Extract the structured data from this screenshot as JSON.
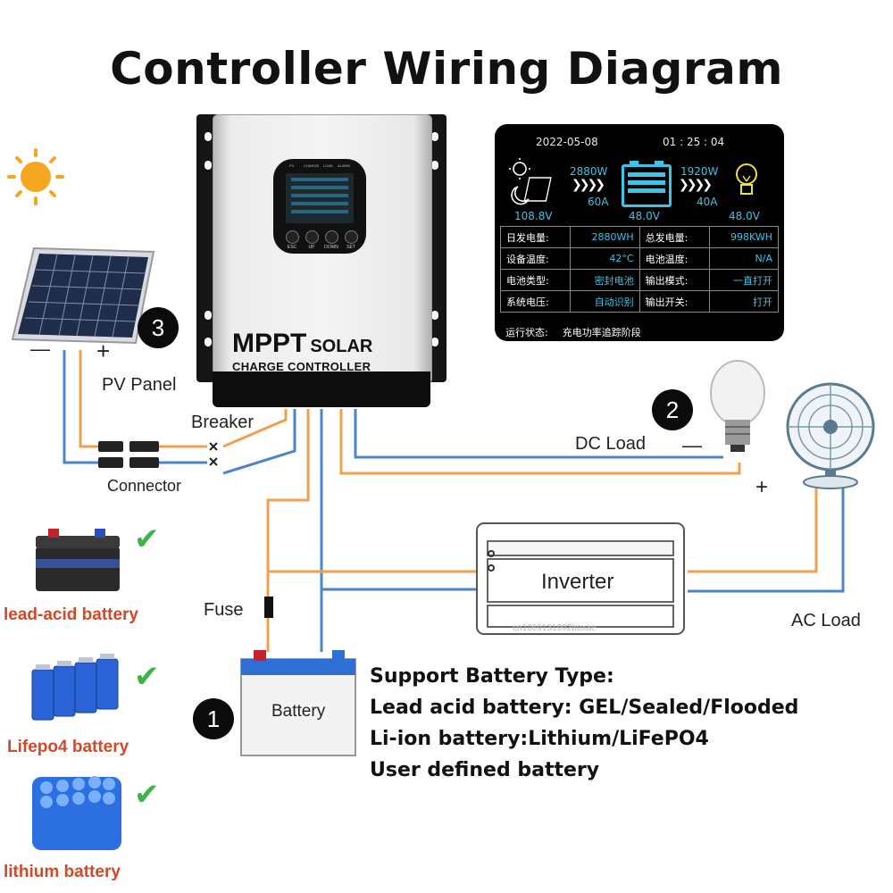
{
  "title": "Controller Wiring Diagram",
  "controller": {
    "brand_line1": "MPPT",
    "brand_line1_suffix": "SOLAR",
    "brand_line2": "CHARGE CONTROLLER",
    "buttons": [
      "ESC",
      "UP",
      "DOWN",
      "SET"
    ],
    "top_labels": [
      "PV",
      "CHARGE",
      "LOAD",
      "ALARM"
    ]
  },
  "lcd": {
    "date": "2022-05-08",
    "time": "01 : 25 : 04",
    "pv_power": "2880W",
    "pv_current": "60A",
    "pv_voltage": "108.8V",
    "battery_voltage": "48.0V",
    "load_power": "1920W",
    "load_current": "40A",
    "load_voltage": "48.0V",
    "rows": [
      [
        "日发电量:",
        "2880WH",
        "总发电量:",
        "998KWH"
      ],
      [
        "设备温度:",
        "42°C",
        "电池温度:",
        "N/A"
      ],
      [
        "电池类型:",
        "密封电池",
        "输出模式:",
        "一直打开"
      ],
      [
        "系统电压:",
        "自动识别",
        "输出开关:",
        "打开"
      ]
    ],
    "status_label": "运行状态:",
    "status_value": "充电功率追踪阶段"
  },
  "labels": {
    "pv_panel": "PV Panel",
    "pv_minus": "—",
    "pv_plus": "+",
    "breaker": "Breaker",
    "connector": "Connector",
    "dc_load": "DC Load",
    "dc_minus": "—",
    "dc_plus": "+",
    "inverter": "Inverter",
    "ac_load": "AC Load",
    "fuse": "Fuse",
    "battery": "Battery",
    "badge_1": "1",
    "badge_2": "2",
    "badge_3": "3"
  },
  "battery_types": [
    {
      "label": "lead-acid battery"
    },
    {
      "label": "Lifepo4 battery"
    },
    {
      "label": "lithium battery"
    }
  ],
  "support": {
    "heading": "Support Battery Type:",
    "line1": "Lead acid battery: GEL/Sealed/Flooded",
    "line2": "Li-ion battery:Lithium/LiFePO4",
    "line3": "User defined battery"
  },
  "colors": {
    "wire_orange": "#f0a050",
    "wire_blue": "#4a86c8",
    "lcd_cyan": "#3ac4e6",
    "check_green": "#3fb24a",
    "battery_label_red": "#d04a2a",
    "sun_orange": "#f5a623"
  },
  "watermark": "cn1069131992boxae"
}
